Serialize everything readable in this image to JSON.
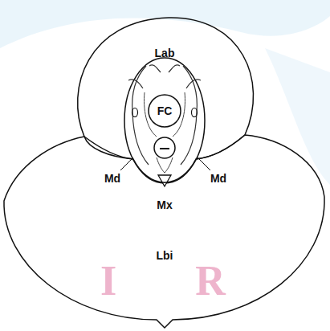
{
  "diagram": {
    "nodes": [
      {
        "text": [
          "Lab"
        ]
      },
      {
        "text": [
          "Lbi"
        ]
      },
      {
        "text": [
          "FC"
        ]
      }
    ],
    "labels": [
      "Md",
      "Md",
      "Mx",
      "I",
      "R"
    ]
  }
}
